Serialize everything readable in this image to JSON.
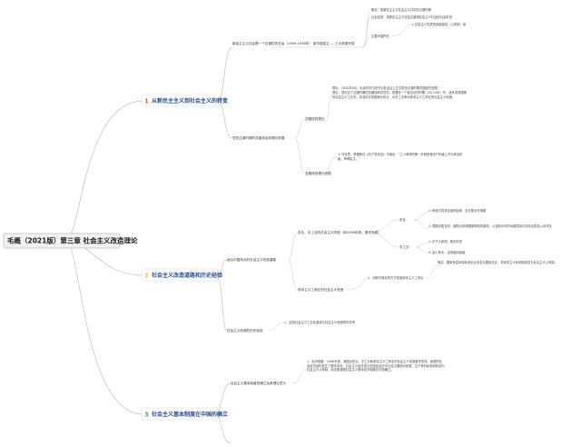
{
  "root": {
    "title": "毛概（2021版）第三章 社会主义改造理论"
  },
  "sections": [
    {
      "number": "1",
      "title": "从新民主主义到社会主义的转变",
      "color": "#e25b2a"
    },
    {
      "number": "2",
      "title": "社会主义改造道路和历史经验",
      "color": "#e8c54a"
    },
    {
      "number": "3",
      "title": "社会主义基本制度在中国的确立",
      "color": "#4caf50"
    }
  ],
  "s1": {
    "n1": "新民主主义社会是一个过渡性的社会（1949-1956年）",
    "n1_mid": "新中国成立 — 三大改造完成",
    "leaf1": "概念：属新民主主义社会主义并存的过渡时期",
    "leaf2": "社会性质：是新民主主义社会过渡到社会主义社会的社会形态",
    "leaf3": "主要矛盾所在",
    "leaf3_sub": "①  社会主义性质的因素独特（公有制）增",
    "n2": "党在过渡时期的总路线及其理论依据",
    "n2a": "总路线的提出",
    "n2a_text": [
      "提出：1952年9月，毛泽东在中央书记处会议上正式提出过渡时期总路线的设想",
      "提出：党在这个过渡时期的总路线和总任务，是要在一个相当长的时期（10-15年）内，逐步实现国家的社会主义工业化，并逐步实现国家对农业、对手工业和对资本主义工商业的社会主义改造。"
    ],
    "n2b": "总路线的理论依据",
    "n2b_text": "①  马克思、恩格斯在《共产党宣言》中指出：“工人革命的第一步就是使无产阶级上升为统治阶级，争得民主。”"
  },
  "s2": {
    "n1": "适合中国特点的社会主义改造道路",
    "n1a": "农业、手工业的社会主义改造（到1956年底，基本完成）",
    "n1a_agri": "农业",
    "n1a_agri_leaves": [
      "①  积极引导农民组织起来，走互助合作道路",
      "②  遵循自愿互利、典型示范和国家帮助的原则，以互助合作的优越性吸引农民自愿加入合作社"
    ],
    "n1a_craft": "手工业",
    "n1a_craft_leaves": [
      "①  步子大体快，稳步前进",
      "②  由小到大，由低级到高级"
    ],
    "n1b": "资本主义工商业的社会主义改造",
    "n1b_sub": "1、用和平赎买的方式改造资本主义工商业",
    "n1b_leaf": "赎买：国家有偿地将私营企业改变为国营企业，将资本主义私有制改变为社会主义公有制。",
    "n2": "社会主义改造的历史经验",
    "n2_leaf": "1、坚持社会主义工业化建设与社会主义改造同时并举"
  },
  "s3": {
    "n1": "社会主义基本制度的确立及其理论意义",
    "n1_leaf": "1、经济制度：1956年底，我国对农业、手工业和资本主义工商业的社会主义改造基本完成，我国的社会经济结构发生了根本变化，社会主义经济成分在国民经济中已经占据绝对优势。生产资料私有制转变为社会主义公有制，标志着我国社会主义基本经济制度在中国确立。"
  }
}
